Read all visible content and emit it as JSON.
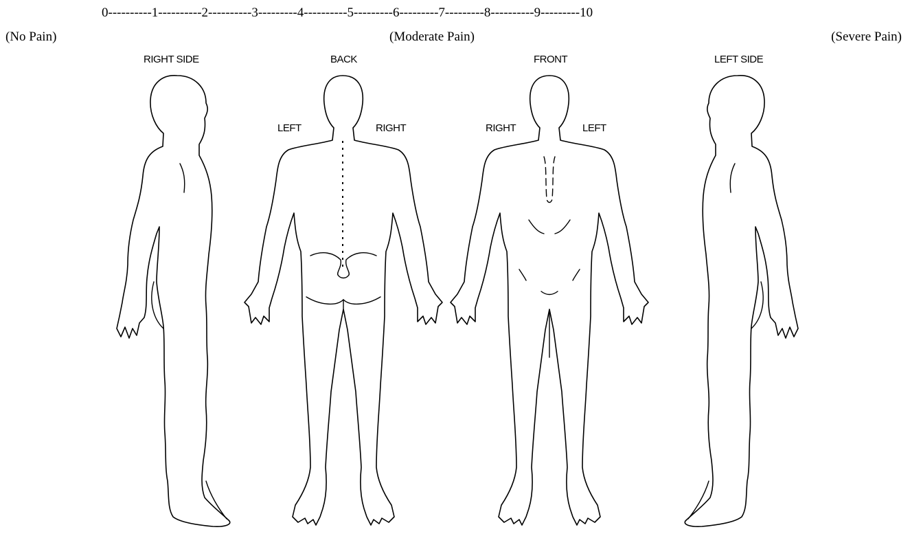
{
  "pain_scale": {
    "numbers_line": "0----------1----------2----------3---------4----------5---------6---------7---------8----------9---------10",
    "anchors": {
      "low": "(No Pain)",
      "mid": "(Moderate Pain)",
      "high": "(Severe Pain)"
    }
  },
  "body_views": {
    "right_side": {
      "title": "RIGHT SIDE"
    },
    "back": {
      "title": "BACK",
      "left_label": "LEFT",
      "right_label": "RIGHT"
    },
    "front": {
      "title": "FRONT",
      "right_label": "RIGHT",
      "left_label": "LEFT"
    },
    "left_side": {
      "title": "LEFT SIDE"
    }
  }
}
